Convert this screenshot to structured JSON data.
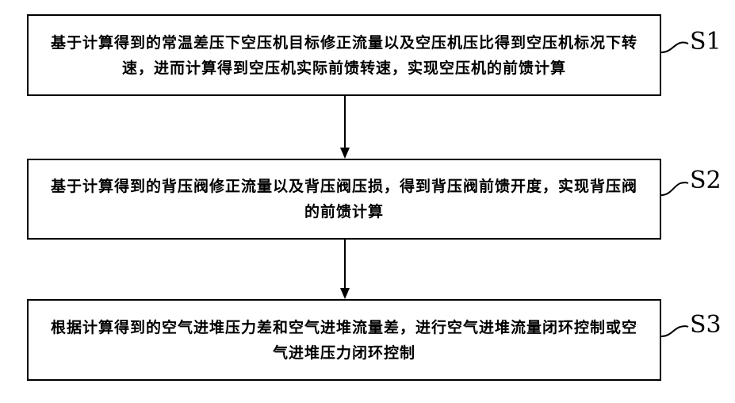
{
  "steps": [
    {
      "label": "S1",
      "text": "基于计算得到的常温差压下空压机目标修正流量以及空压机压比得到空压机标况下转速，进而计算得到空压机实际前馈转速，实现空压机的前馈计算"
    },
    {
      "label": "S2",
      "text": "基于计算得到的背压阀修正流量以及背压阀压损，得到背压阀前馈开度，实现背压阀的前馈计算"
    },
    {
      "label": "S3",
      "text": "根据计算得到的空气进堆压力差和空气进堆流量差，进行空气进堆流量闭环控制或空气进堆压力闭环控制"
    }
  ],
  "colors": {
    "line": "#000000",
    "background": "#ffffff"
  }
}
